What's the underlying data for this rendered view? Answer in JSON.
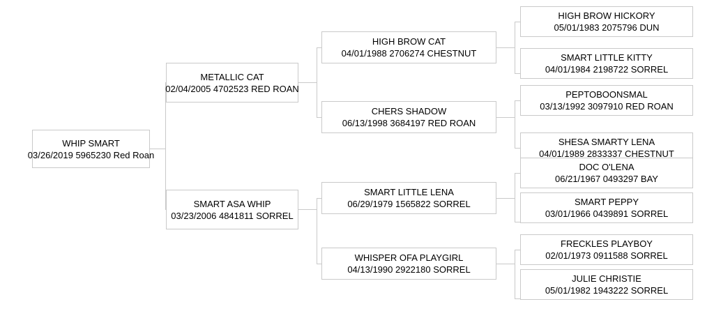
{
  "chart": {
    "type": "pedigree-tree",
    "title": "",
    "generations": 4,
    "colors": {
      "background": "#ffffff",
      "box_border": "#c9c9c9",
      "connector": "#c9c9c9",
      "text": "#000000"
    }
  },
  "nodes": {
    "gen1": {
      "subject": {
        "name": "WHIP SMART",
        "details": "03/26/2019 5965230 Red Roan",
        "birth_date": "03/26/2019",
        "registration": "5965230",
        "color": "Red Roan"
      }
    },
    "gen2": {
      "sire": {
        "name": "METALLIC CAT",
        "details": "02/04/2005 4702523 RED ROAN",
        "birth_date": "02/04/2005",
        "registration": "4702523",
        "color": "RED ROAN"
      },
      "dam": {
        "name": "SMART ASA WHIP",
        "details": "03/23/2006 4841811 SORREL",
        "birth_date": "03/23/2006",
        "registration": "4841811",
        "color": "SORREL"
      }
    },
    "gen3": {
      "sire_sire": {
        "name": "HIGH BROW CAT",
        "details": "04/01/1988 2706274 CHESTNUT",
        "birth_date": "04/01/1988",
        "registration": "2706274",
        "color": "CHESTNUT"
      },
      "sire_dam": {
        "name": "CHERS SHADOW",
        "details": "06/13/1998 3684197 RED ROAN",
        "birth_date": "06/13/1998",
        "registration": "3684197",
        "color": "RED ROAN"
      },
      "dam_sire": {
        "name": "SMART LITTLE LENA",
        "details": "06/29/1979 1565822 SORREL",
        "birth_date": "06/29/1979",
        "registration": "1565822",
        "color": "SORREL"
      },
      "dam_dam": {
        "name": "WHISPER OFA PLAYGIRL",
        "details": "04/13/1990 2922180 SORREL",
        "birth_date": "04/13/1990",
        "registration": "2922180",
        "color": "SORREL"
      }
    },
    "gen4": {
      "ss_sire": {
        "name": "HIGH BROW HICKORY",
        "details": "05/01/1983 2075796 DUN",
        "birth_date": "05/01/1983",
        "registration": "2075796",
        "color": "DUN"
      },
      "ss_dam": {
        "name": "SMART LITTLE KITTY",
        "details": "04/01/1984 2198722 SORREL",
        "birth_date": "04/01/1984",
        "registration": "2198722",
        "color": "SORREL"
      },
      "sd_sire": {
        "name": "PEPTOBOONSMAL",
        "details": "03/13/1992 3097910 RED ROAN",
        "birth_date": "03/13/1992",
        "registration": "3097910",
        "color": "RED ROAN"
      },
      "sd_dam": {
        "name": "SHESA SMARTY LENA",
        "details": "04/01/1989 2833337 CHESTNUT",
        "birth_date": "04/01/1989",
        "registration": "2833337",
        "color": "CHESTNUT"
      },
      "ds_sire": {
        "name": "DOC O'LENA",
        "details": "06/21/1967 0493297 BAY",
        "birth_date": "06/21/1967",
        "registration": "0493297",
        "color": "BAY"
      },
      "ds_dam": {
        "name": "SMART PEPPY",
        "details": "03/01/1966 0439891 SORREL",
        "birth_date": "03/01/1966",
        "registration": "0439891",
        "color": "SORREL"
      },
      "dd_sire": {
        "name": "FRECKLES PLAYBOY",
        "details": "02/01/1973 0911588 SORREL",
        "birth_date": "02/01/1973",
        "registration": "0911588",
        "color": "SORREL"
      },
      "dd_dam": {
        "name": "JULIE CHRISTIE",
        "details": "05/01/1982 1943222 SORREL",
        "birth_date": "05/01/1982",
        "registration": "1943222",
        "color": "SORREL"
      }
    }
  }
}
